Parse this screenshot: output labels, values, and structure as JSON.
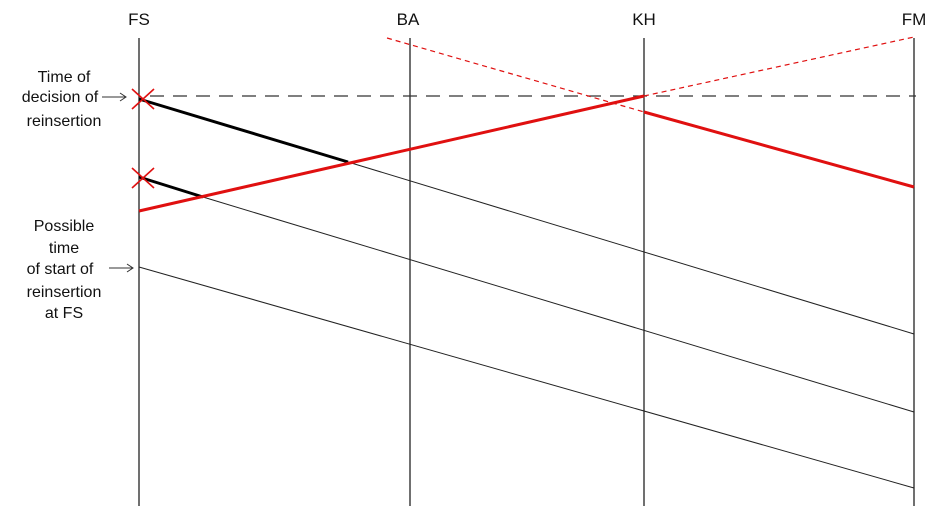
{
  "stations": [
    {
      "id": "fs",
      "label": "FS"
    },
    {
      "id": "ba",
      "label": "BA"
    },
    {
      "id": "kh",
      "label": "KH"
    },
    {
      "id": "fm",
      "label": "FM"
    }
  ],
  "annotations": {
    "decision": [
      "Time of",
      "decision of",
      "reinsertion"
    ],
    "start": [
      "Possible",
      "time",
      "of start of",
      "reinsertion",
      "at FS"
    ]
  },
  "colors": {
    "red": "#e01010",
    "black": "#000000"
  }
}
